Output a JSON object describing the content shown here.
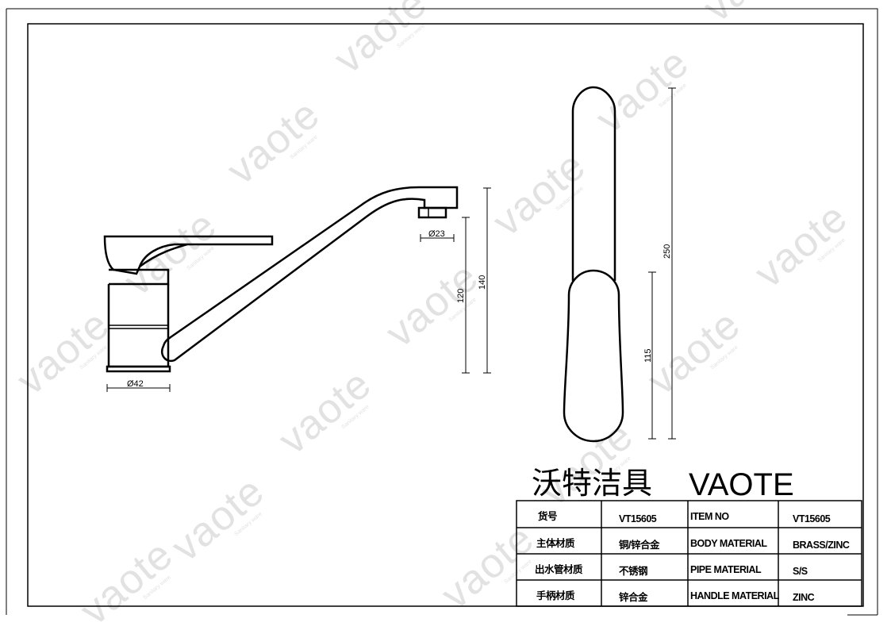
{
  "watermark": {
    "brand": "vaote",
    "tagline": "Sanitary ware"
  },
  "dimensions": {
    "outlet_diameter": "Ø23",
    "base_diameter": "Ø42",
    "spout_height": "120",
    "total_height": "140",
    "handle_length": "250",
    "handle_grip": "115"
  },
  "title_block": {
    "brand_cn": "沃特洁具",
    "brand_en": "VAOTE",
    "rows": [
      {
        "label_cn": "货号",
        "value_cn": "VT15605",
        "label_en": "ITEM NO",
        "value_en": "VT15605"
      },
      {
        "label_cn": "主体材质",
        "value_cn": "铜/锌合金",
        "label_en": "BODY MATERIAL",
        "value_en": "BRASS/ZINC"
      },
      {
        "label_cn": "出水管材质",
        "value_cn": "不锈钢",
        "label_en": "PIPE MATERIAL",
        "value_en": "S/S"
      },
      {
        "label_cn": "手柄材质",
        "value_cn": "锌合金",
        "label_en": "HANDLE MATERIAL",
        "value_en": "ZINC"
      }
    ]
  }
}
